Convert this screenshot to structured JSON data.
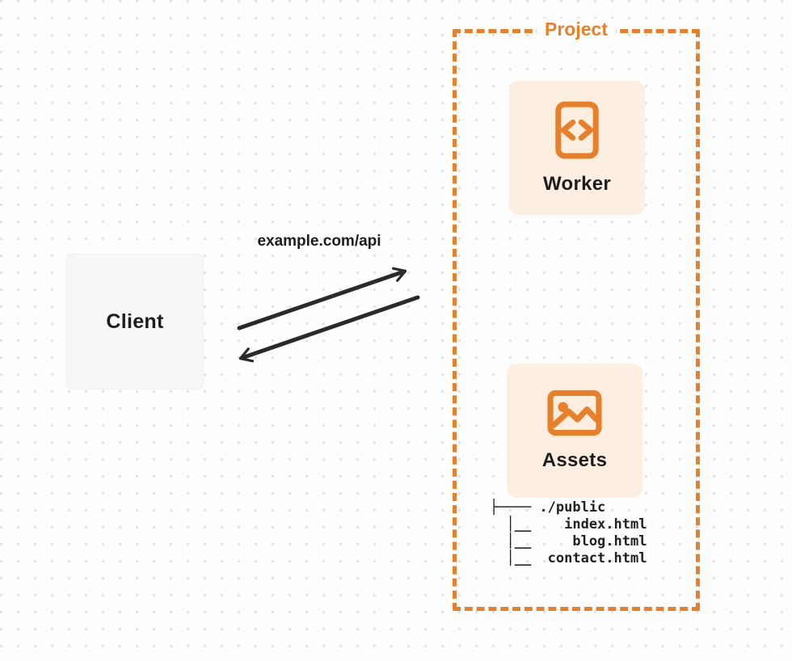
{
  "colors": {
    "page_background": "#FDFDFD",
    "dot_grid": "#E2E2E2",
    "accent_orange": "#E8802A",
    "card_background": "#FCEFE2",
    "client_background": "#F7F7F7",
    "text_dark": "#1D1D1D",
    "arrow": "#2A2A2A"
  },
  "client": {
    "label": "Client"
  },
  "request": {
    "label": "example.com/api"
  },
  "project": {
    "title": "Project",
    "worker": {
      "label": "Worker",
      "icon": "code-document-icon"
    },
    "assets": {
      "label": "Assets",
      "icon": "image-icon"
    },
    "file_tree_lines": [
      "├──── ./public",
      "  │__    index.html",
      "  │__     blog.html",
      "  │__  contact.html"
    ]
  }
}
